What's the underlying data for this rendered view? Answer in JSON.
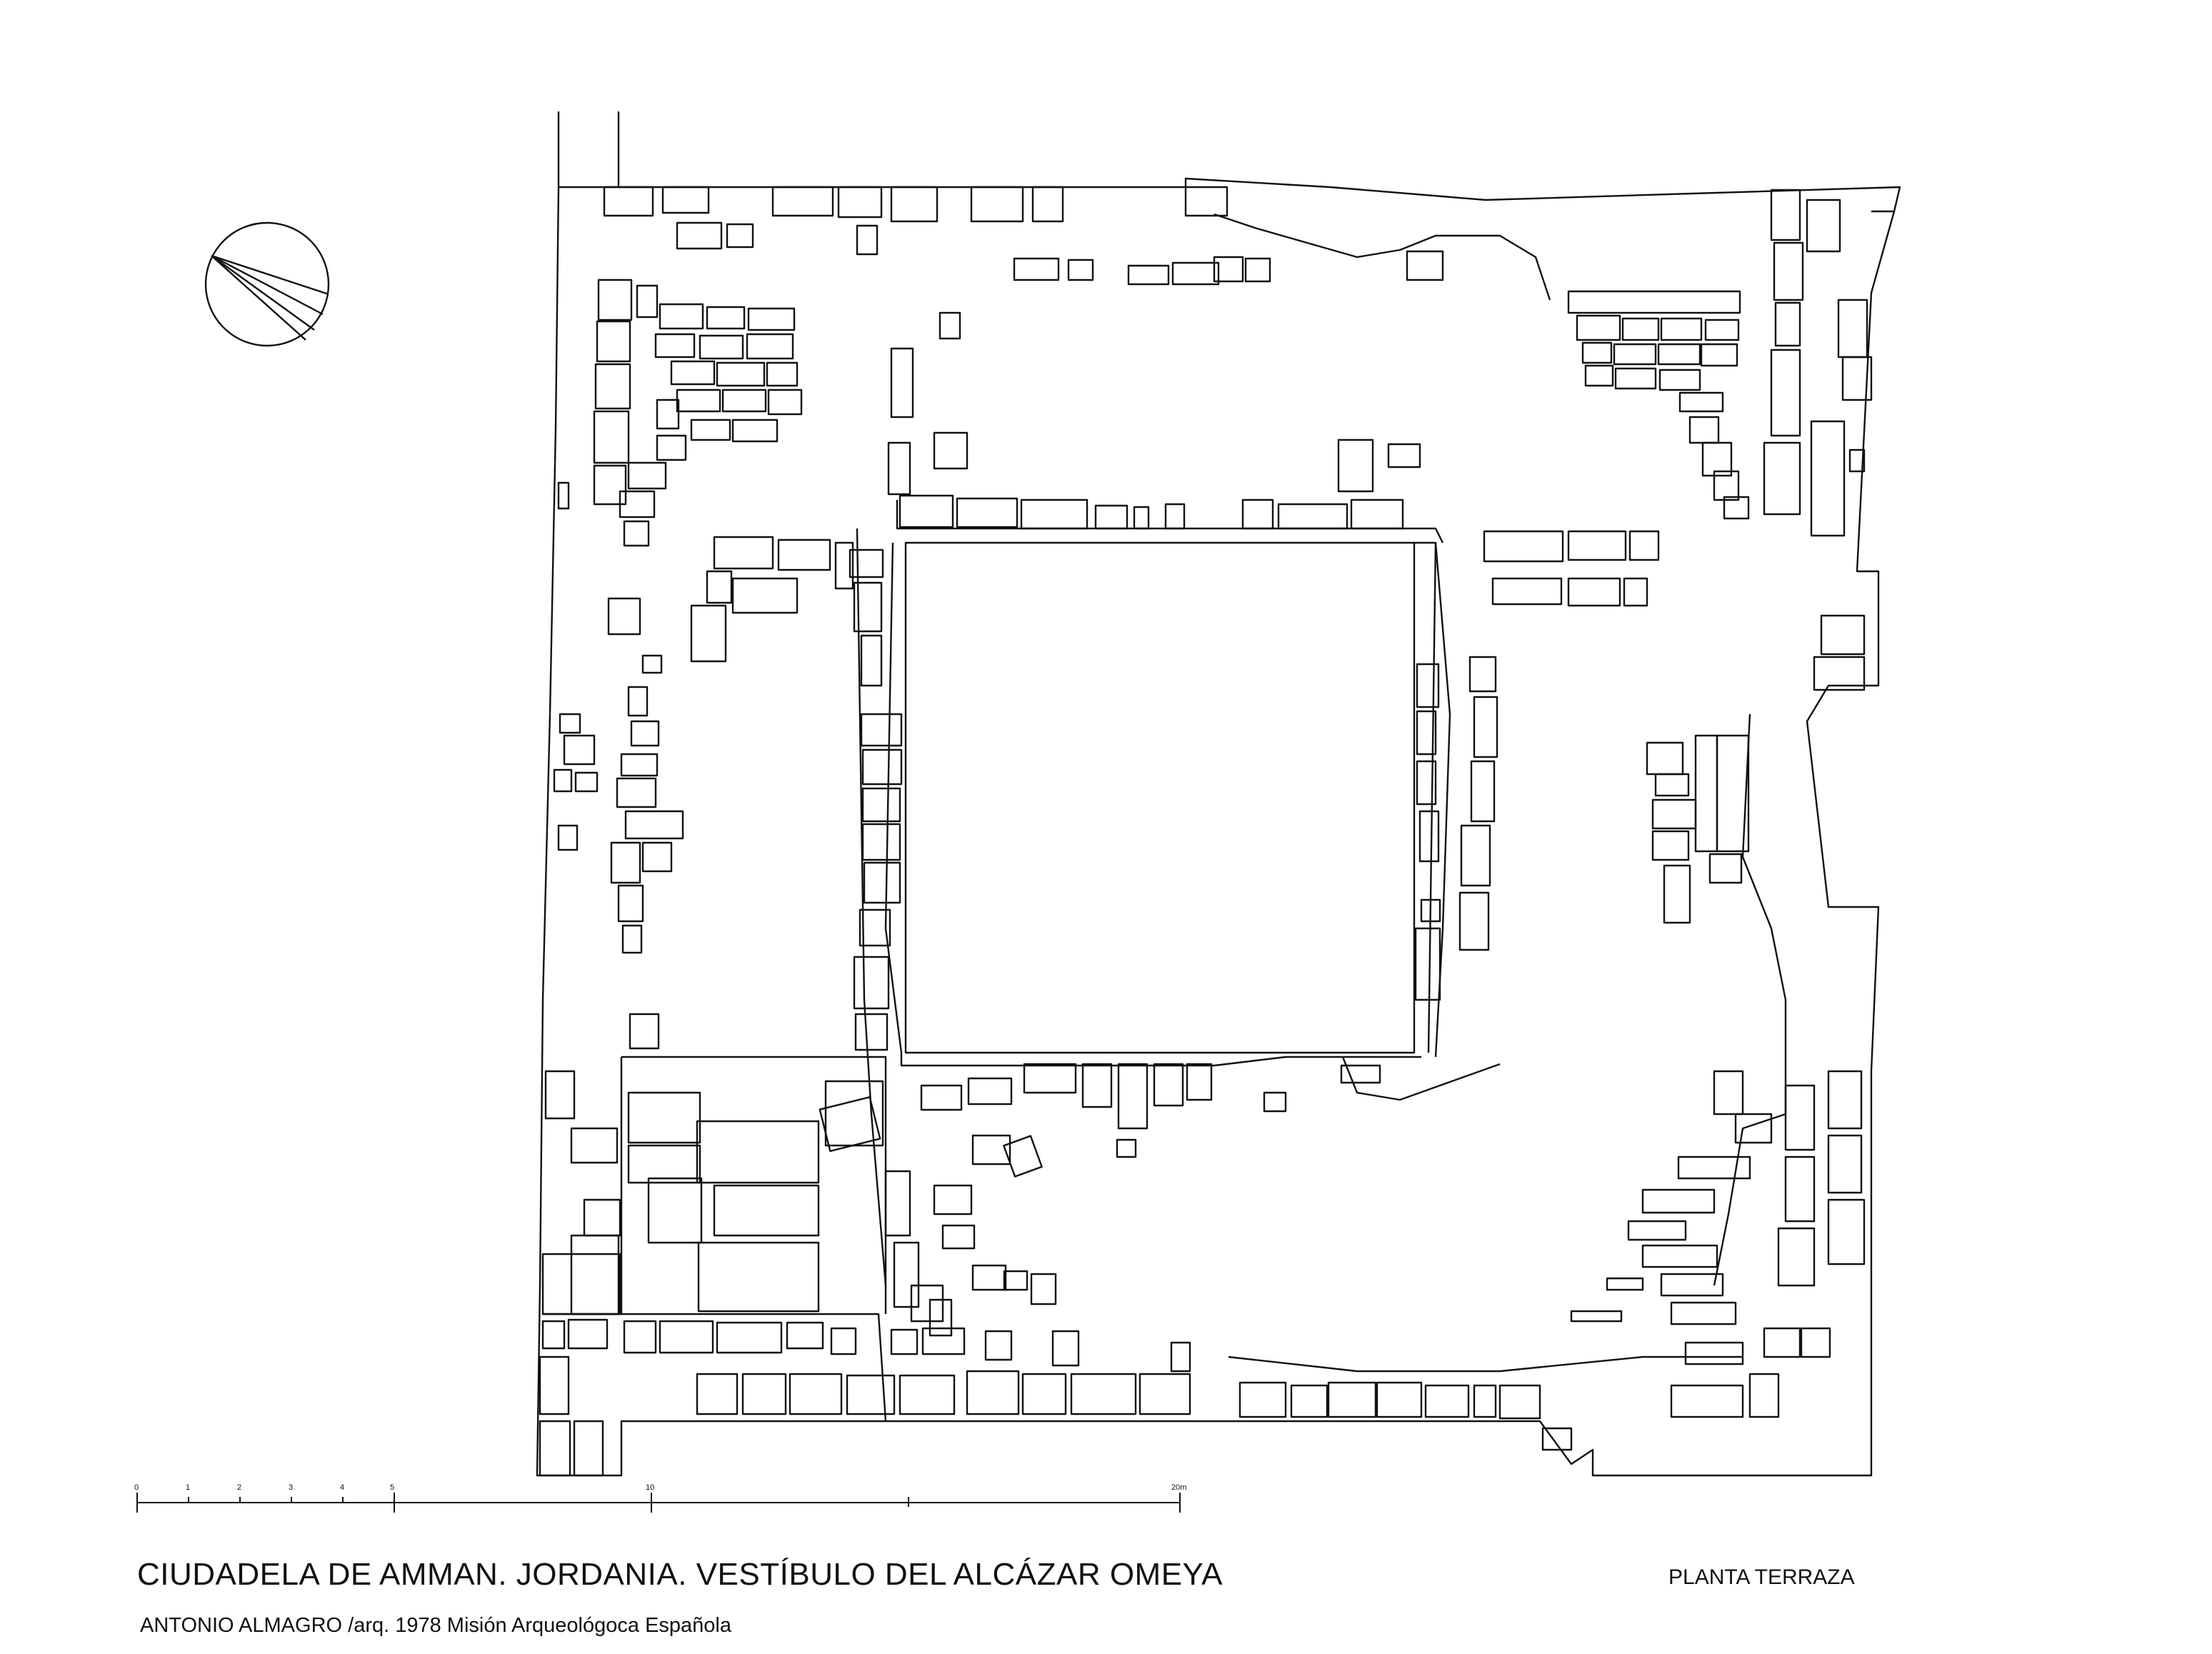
{
  "drawing": {
    "title": "CIUDADELA DE AMMAN. JORDANIA. VESTÍBULO DEL ALCÁZAR OMEYA",
    "subtitle": "PLANTA TERRAZA",
    "credit": "ANTONIO ALMAGRO /arq.  1978   Misión Arqueológoca Española"
  },
  "scale_bar": {
    "labels": [
      "0",
      "1",
      "2",
      "3",
      "4",
      "5",
      "10",
      "20m"
    ]
  },
  "north_arrow": {
    "icon": "north-compass-icon"
  },
  "colors": {
    "ink": "#111111",
    "paper": "#ffffff"
  }
}
